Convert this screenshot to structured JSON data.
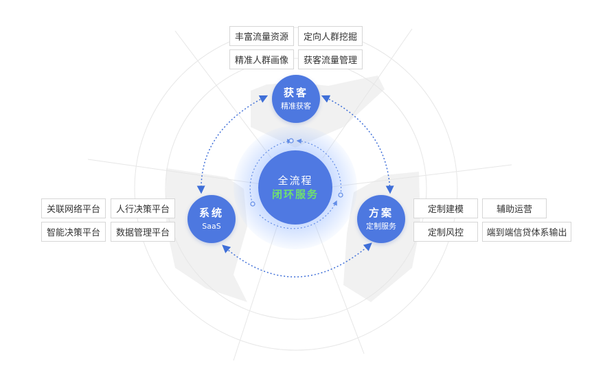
{
  "center": {
    "line1": "全流程",
    "line2": "闭环服务"
  },
  "nodes": {
    "acquire": {
      "title": "获客",
      "subtitle": "精准获客"
    },
    "system": {
      "title": "系统",
      "subtitle": "SaaS"
    },
    "solution": {
      "title": "方案",
      "subtitle": "定制服务"
    }
  },
  "tags": {
    "acquire": [
      "丰富流量资源",
      "定向人群挖掘",
      "精准人群画像",
      "获客流量管理"
    ],
    "system": [
      "关联网络平台",
      "人行决策平台",
      "智能决策平台",
      "数据管理平台"
    ],
    "solution": [
      "定制建模",
      "辅助运营",
      "定制风控",
      "端到端信贷体系输出"
    ]
  },
  "colors": {
    "node": "#4d78e0",
    "accent_green": "#6fe06f",
    "arrow": "#3f6fd8",
    "sector": "#f0f0f0"
  }
}
